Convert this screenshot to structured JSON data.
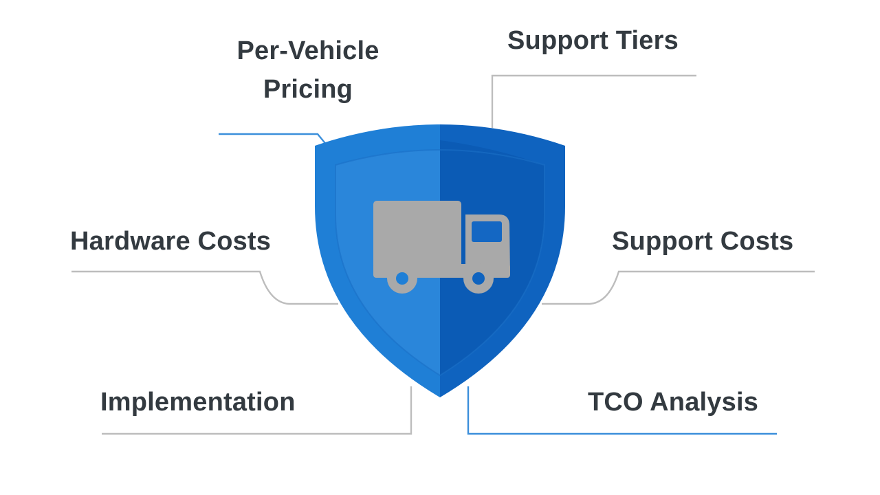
{
  "diagram": {
    "labels": {
      "per_vehicle_pricing": "Per-Vehicle\nPricing",
      "support_tiers": "Support Tiers",
      "hardware_costs": "Hardware Costs",
      "support_costs": "Support Costs",
      "implementation": "Implementation",
      "tco_analysis": "TCO Analysis"
    },
    "center_icon": "truck-icon",
    "emblem": "shield-icon",
    "colors": {
      "shield_left": "#1f7fd6",
      "shield_right": "#0f63bf",
      "shield_inner_left": "#2a86da",
      "shield_inner_right": "#0b5bb5",
      "truck": "#a9a9a9",
      "connector_gray": "#bdbdbd",
      "connector_blue": "#3b8fdb",
      "text": "#333a40"
    }
  }
}
